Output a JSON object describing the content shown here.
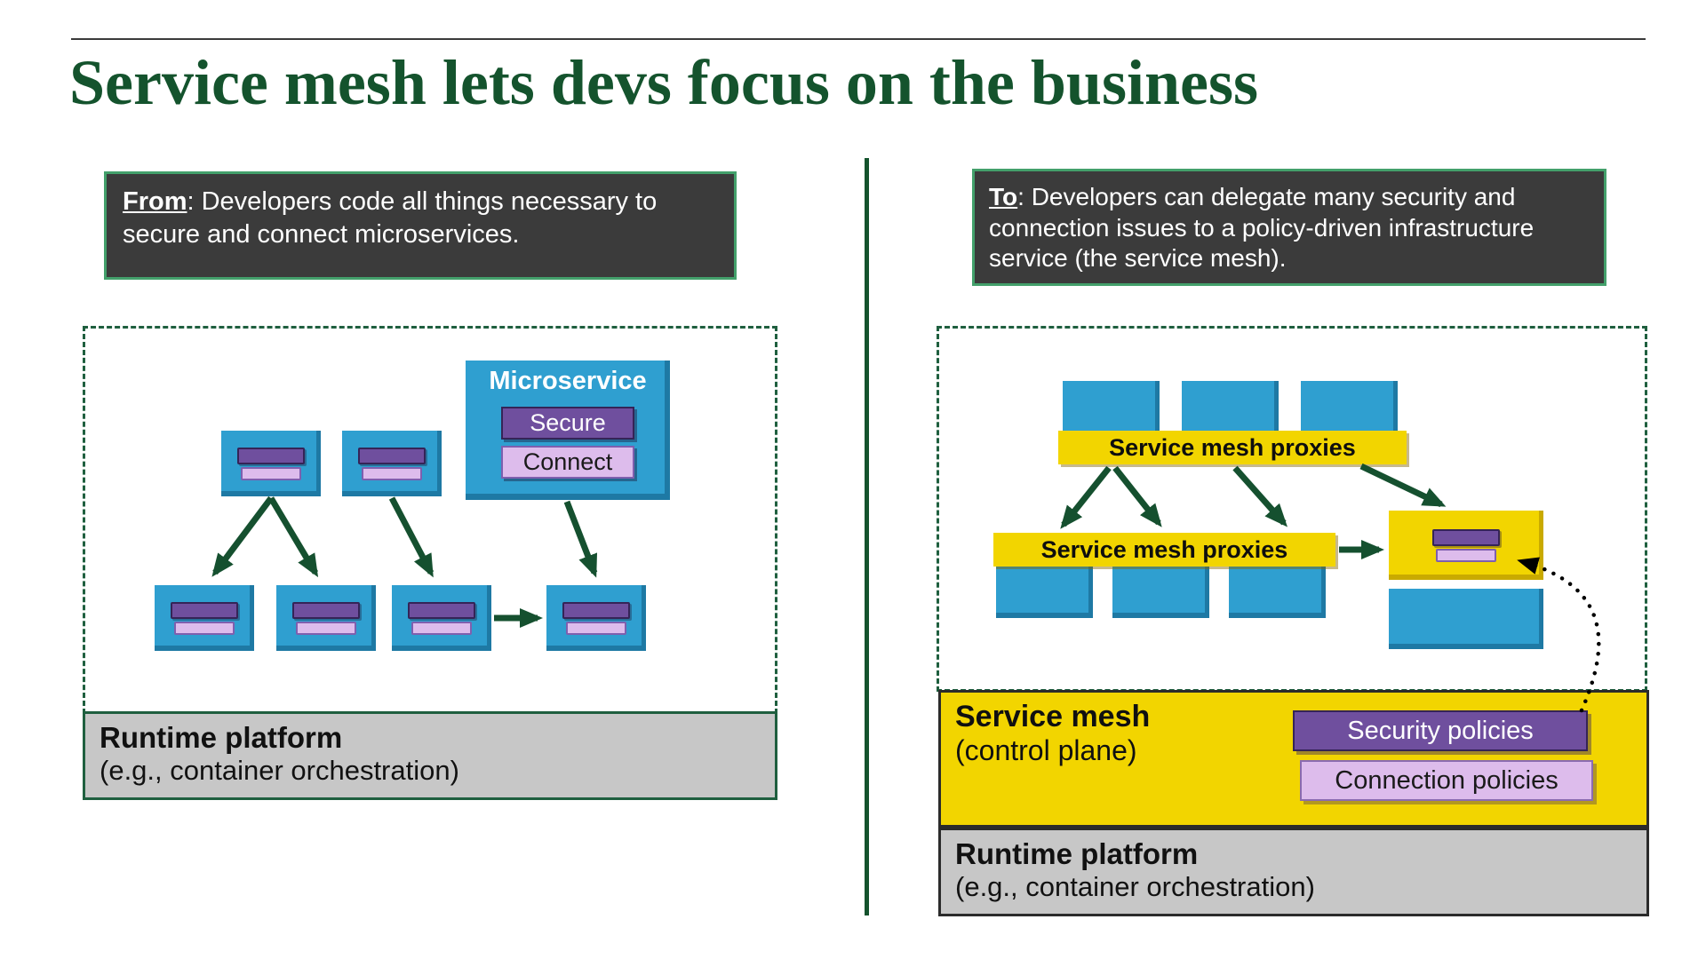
{
  "title": "Service mesh lets devs focus on the business",
  "colors": {
    "title_green": "#14532d",
    "arrow_green": "#15502f",
    "box_blue": "#2f9fd0",
    "purple_dark": "#6f4f9e",
    "purple_light": "#ddbcec",
    "mesh_yellow": "#f2d500",
    "platform_gray": "#c7c7c7",
    "callout_dark": "#3b3b3b",
    "callout_border_green": "#43a06b"
  },
  "from_panel": {
    "label": "From",
    "text": ": Developers code all things necessary to secure and connect microservices.",
    "microservice": {
      "title": "Microservice",
      "secure": "Secure",
      "connect": "Connect"
    }
  },
  "to_panel": {
    "label": "To",
    "text": ": Developers can delegate many security and connection issues to a policy-driven infrastructure service (the service mesh).",
    "proxies_label": "Service mesh proxies",
    "service_mesh": {
      "title": "Service mesh",
      "subtitle": "(control plane)",
      "security_policies": "Security policies",
      "connection_policies": "Connection policies"
    }
  },
  "runtime_platform": {
    "title": "Runtime platform",
    "subtitle": "(e.g., container orchestration)"
  }
}
